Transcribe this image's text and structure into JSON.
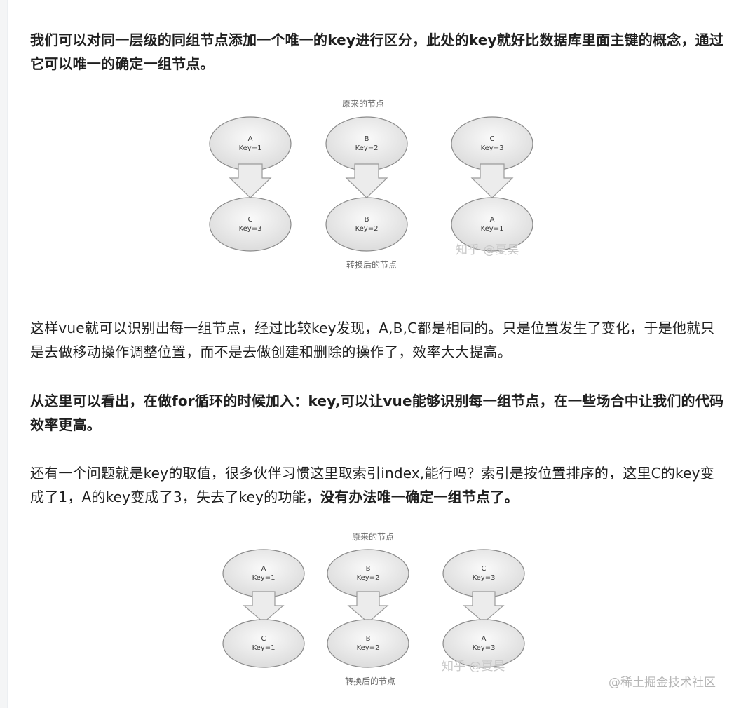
{
  "para1": "我们可以对同一层级的同组节点添加一个唯一的key进行区分，此处的key就好比数据库里面主键的概念，通过它可以唯一的确定一组节点。",
  "figure1": {
    "top_title": "原来的节点",
    "bottom_title": "转换后的节点",
    "watermark": "知乎 @夏昊",
    "columns": [
      {
        "top_name": "A",
        "top_key": "Key=1",
        "bottom_name": "C",
        "bottom_key": "Key=3"
      },
      {
        "top_name": "B",
        "top_key": "Key=2",
        "bottom_name": "B",
        "bottom_key": "Key=2"
      },
      {
        "top_name": "C",
        "top_key": "Key=3",
        "bottom_name": "A",
        "bottom_key": "Key=1"
      }
    ]
  },
  "para2": "这样vue就可以识别出每一组节点，经过比较key发现，A,B,C都是相同的。只是位置发生了变化，于是他就只是去做移动操作调整位置，而不是去做创建和删除的操作了，效率大大提高。",
  "para3": "从这里可以看出，在做for循环的时候加入：key,可以让vue能够识别每一组节点，在一些场合中让我们的代码效率更高。",
  "para4": {
    "normal": "还有一个问题就是key的取值，很多伙伴习惯这里取索引index,能行吗？索引是按位置排序的，这里C的key变成了1，A的key变成了3，失去了key的功能，",
    "bold": "没有办法唯一确定一组节点了。"
  },
  "figure2": {
    "top_title": "原来的节点",
    "bottom_title": "转换后的节点",
    "watermark": "知乎 @夏昊",
    "columns": [
      {
        "top_name": "A",
        "top_key": "Key=1",
        "bottom_name": "C",
        "bottom_key": "Key=1"
      },
      {
        "top_name": "B",
        "top_key": "Key=2",
        "bottom_name": "B",
        "bottom_key": "Key=2"
      },
      {
        "top_name": "C",
        "top_key": "Key=3",
        "bottom_name": "A",
        "bottom_key": "Key=3"
      }
    ]
  },
  "footer_watermark": "@稀土掘金技术社区"
}
